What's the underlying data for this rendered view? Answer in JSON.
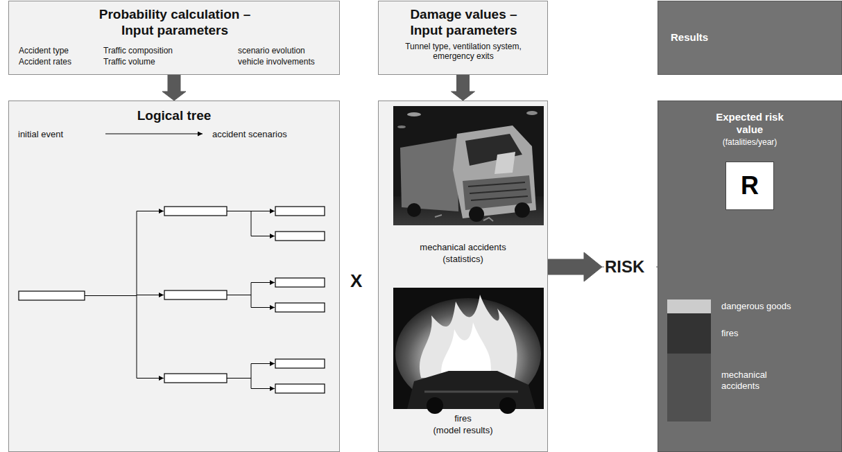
{
  "diagram": {
    "nodes": [
      {
        "text": [
          "Probability calculation – Input parameters",
          "Accident type",
          "Traffic composition",
          "scenario evolution",
          "Accident rates",
          "Traffic volume",
          "vehicle involvements"
        ]
      },
      {
        "text": [
          "Damage values – Input parameters",
          "Tunnel type, ventilation system, emergency exits"
        ]
      },
      {
        "text": [
          "Results"
        ]
      },
      {
        "text": [
          "Logical tree",
          "initial event",
          "accident scenarios"
        ]
      },
      {
        "text": [
          "mechanical accidents",
          "(statistics)",
          "fires",
          "(model results)"
        ]
      },
      {
        "text": [
          "Expected risk value",
          "(fatalities/year)"
        ]
      },
      {
        "text": [
          "R"
        ],
        "in": 5
      }
    ],
    "edges": [
      {
        "from": 0,
        "to": 3,
        "arrow": "to"
      },
      {
        "from": 1,
        "to": 4,
        "arrow": "to"
      },
      {
        "from": 4,
        "to": 5,
        "label": "RISK",
        "arrow": "to"
      }
    ],
    "labels": [
      "X"
    ],
    "legend": [
      {
        "text": "dangerous goods",
        "color": "#cccccc"
      },
      {
        "text": "fires",
        "color": "#333333"
      },
      {
        "text": "mechanical accidents",
        "color": "#505050"
      }
    ]
  }
}
